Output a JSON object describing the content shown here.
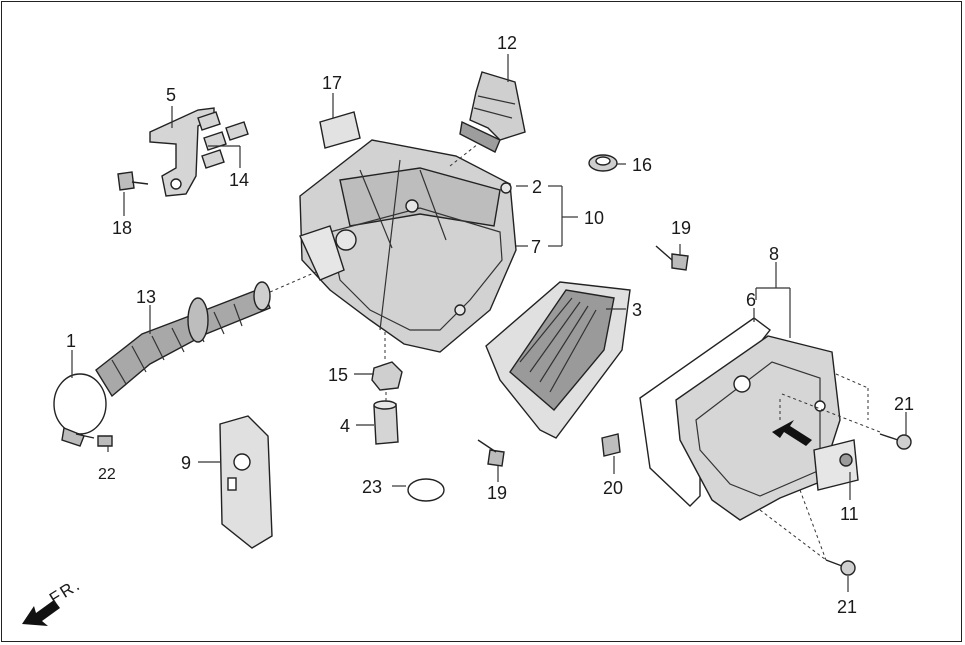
{
  "diagram": {
    "direction_label": "FR.",
    "callouts": [
      {
        "id": "c1",
        "label": "1"
      },
      {
        "id": "c2",
        "label": "2"
      },
      {
        "id": "c3",
        "label": "3"
      },
      {
        "id": "c4",
        "label": "4"
      },
      {
        "id": "c5",
        "label": "5"
      },
      {
        "id": "c6",
        "label": "6"
      },
      {
        "id": "c7",
        "label": "7"
      },
      {
        "id": "c8",
        "label": "8"
      },
      {
        "id": "c9",
        "label": "9"
      },
      {
        "id": "c10",
        "label": "10"
      },
      {
        "id": "c11",
        "label": "11"
      },
      {
        "id": "c12",
        "label": "12"
      },
      {
        "id": "c13",
        "label": "13"
      },
      {
        "id": "c14",
        "label": "14"
      },
      {
        "id": "c15",
        "label": "15"
      },
      {
        "id": "c16",
        "label": "16"
      },
      {
        "id": "c17",
        "label": "17"
      },
      {
        "id": "c18",
        "label": "18"
      },
      {
        "id": "c19a",
        "label": "19"
      },
      {
        "id": "c19b",
        "label": "19"
      },
      {
        "id": "c20",
        "label": "20"
      },
      {
        "id": "c21a",
        "label": "21"
      },
      {
        "id": "c21b",
        "label": "21"
      },
      {
        "id": "c22",
        "label": "22"
      },
      {
        "id": "c23",
        "label": "23"
      }
    ],
    "colors": {
      "line": "#222222",
      "part_fill": "#d9d9d9",
      "part_dark": "#8a8a8a",
      "background": "#ffffff"
    }
  }
}
